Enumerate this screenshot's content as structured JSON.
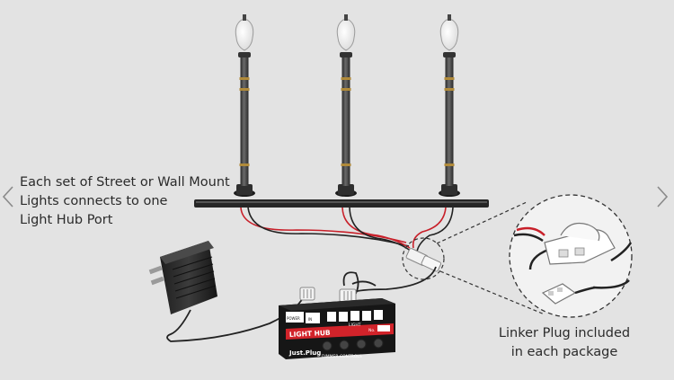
{
  "captions": {
    "left": [
      "Each set of Street or Wall Mount",
      "Lights connects to one",
      "Light Hub Port"
    ],
    "right": [
      "Linker Plug included",
      "in each package"
    ]
  },
  "hub": {
    "title": "LIGHT HUB",
    "brand": "Just.Plug",
    "controls_label": "DIMMER CONTROLS",
    "power_label": "POWER",
    "light_label": "LIGHT",
    "in_label": "IN",
    "no_label": "No."
  },
  "colors": {
    "background": "#e3e3e3",
    "hub_red": "#d2232a",
    "wire_red": "#c8202a",
    "wire_black": "#222222"
  },
  "navigation": {
    "prev_icon": "chevron-left-icon",
    "next_icon": "chevron-right-icon"
  }
}
